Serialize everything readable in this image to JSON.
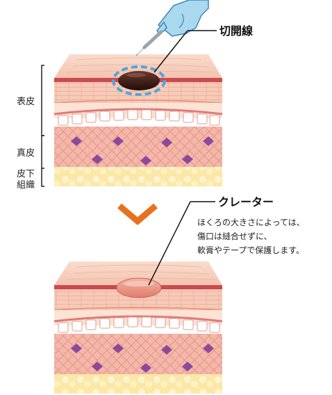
{
  "labels": {
    "epidermis": "表皮",
    "dermis": "真皮",
    "subcutaneous_line1": "皮下",
    "subcutaneous_line2": "組織",
    "incision_line": "切開線",
    "crater": "クレーター",
    "note_line1": "ほくろの大きさによっては、",
    "note_line2": "傷口は縫合せずに、",
    "note_line3": "軟膏やテープで保護します。"
  },
  "icons": {
    "hand": "gloved-hand-icon",
    "scalpel": "scalpel-icon",
    "arrow": "chevron-down-icon"
  },
  "colors": {
    "accent_arrow": "#e8711f",
    "incision_dash": "#4aa8e0",
    "mole": "#3a1a14",
    "glove": "#a9d8ef"
  }
}
